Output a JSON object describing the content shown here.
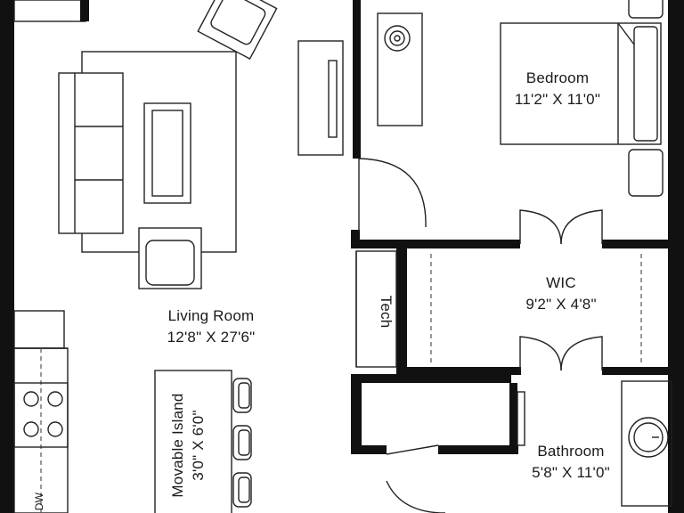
{
  "rooms": {
    "bedroom": {
      "name": "Bedroom",
      "dims": "11'2\" X 11'0\""
    },
    "wic": {
      "name": "WIC",
      "dims": "9'2\" X 4'8\""
    },
    "living": {
      "name": "Living Room",
      "dims": "12'8\" X 27'6\""
    },
    "bathroom": {
      "name": "Bathroom",
      "dims": "5'8\" X 11'0\""
    },
    "tech": {
      "name": "Tech"
    },
    "island": {
      "name": "Movable Island",
      "dims": "3'0\" X 6'0\""
    }
  },
  "appliances": {
    "dishwasher": "DW"
  },
  "colors": {
    "wall": "#111111",
    "line": "#222222",
    "background": "#ffffff"
  }
}
